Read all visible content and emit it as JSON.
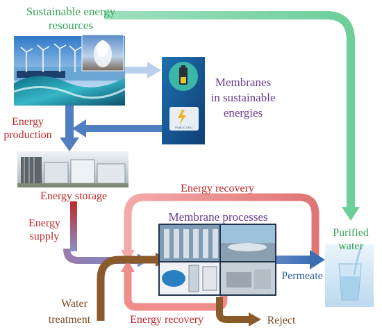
{
  "labels": {
    "sustainable_line1": "Sustainable energy",
    "sustainable_line2": "resources",
    "membranes_line1": "Membranes",
    "membranes_line2": "in sustainable",
    "membranes_line3": "energies",
    "energy_production_line1": "Energy",
    "energy_production_line2": "production",
    "energy_storage": "Energy storage",
    "energy_recovery_top": "Energy recovery",
    "membrane_processes": "Membrane processes",
    "energy_supply_line1": "Energy",
    "energy_supply_line2": "supply",
    "purified_line1": "Purified",
    "purified_line2": "water",
    "permeate": "Permeate",
    "water_treatment_line1": "Water",
    "water_treatment_line2": "treatment",
    "energy_recovery_bottom": "Energy recovery",
    "reject": "Reject",
    "battery_card_text": "PUBLIC CELL"
  },
  "colors": {
    "green_label": "#3aa35a",
    "purple_label": "#6a3d8f",
    "red_label": "#c0282a",
    "brown_label": "#7a4a1e",
    "blue_label": "#2c5aa0",
    "green_arrow": "#7fd4a8",
    "blue_arrow": "#4f7fc0",
    "light_blue_arrow": "#b8d0ec",
    "red_arrow": "#c0282a",
    "pink_loop": "#ef8d8d",
    "brown_arrow": "#8a5a2b"
  }
}
